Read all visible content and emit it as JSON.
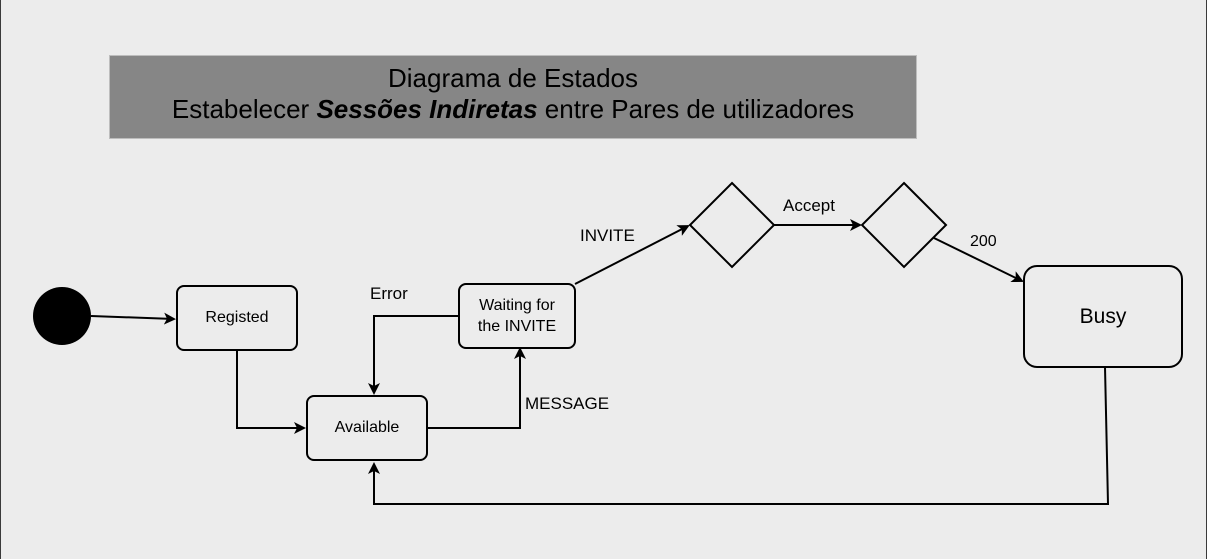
{
  "title": {
    "line1": "Diagrama de Estados",
    "line2_prefix": "Estabelecer ",
    "line2_emphasis": "Sessões Indiretas",
    "line2_suffix": " entre Pares de utilizadores"
  },
  "states": {
    "registed": "Registed",
    "available": "Available",
    "waiting_line1": "Waiting for",
    "waiting_line2": "the INVITE",
    "busy": "Busy"
  },
  "transitions": {
    "error": "Error",
    "message": "MESSAGE",
    "invite": "INVITE",
    "accept": "Accept",
    "code_200": "200"
  },
  "colors": {
    "background": "#ececec",
    "title_fill": "#868686",
    "stroke": "#000000"
  }
}
